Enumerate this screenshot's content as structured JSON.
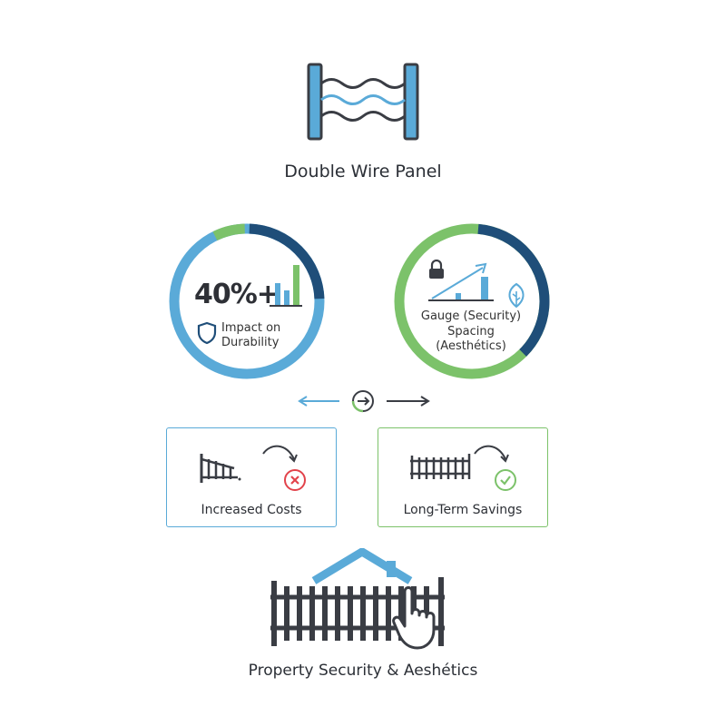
{
  "header": {
    "title": "Double Wire Panel"
  },
  "left_gauge": {
    "value_text": "40%+",
    "label_line1": "Impact on",
    "label_line2": "Durability"
  },
  "right_gauge": {
    "label_line1": "Gauge (Security)",
    "label_line2": "Spacing",
    "label_line3": "(Aesthétics)"
  },
  "boxes": {
    "left_label": "Increased Costs",
    "right_label": "Long-Term Savings"
  },
  "footer": {
    "title": "Property Security & Aeshétics"
  },
  "colors": {
    "blue": "#5aaad8",
    "navy": "#1f4e79",
    "green": "#7cc26a",
    "dark": "#3a3d44",
    "red": "#e2434b"
  },
  "icons": [
    "wire-panel-icon",
    "shield-icon",
    "bar-chart-icon",
    "lock-icon",
    "growth-chart-icon",
    "leaf-icon",
    "arrow-icon",
    "gate-icon",
    "fence-icon",
    "x-circle-icon",
    "check-circle-icon",
    "house-fence-icon",
    "hand-pointer-icon"
  ]
}
